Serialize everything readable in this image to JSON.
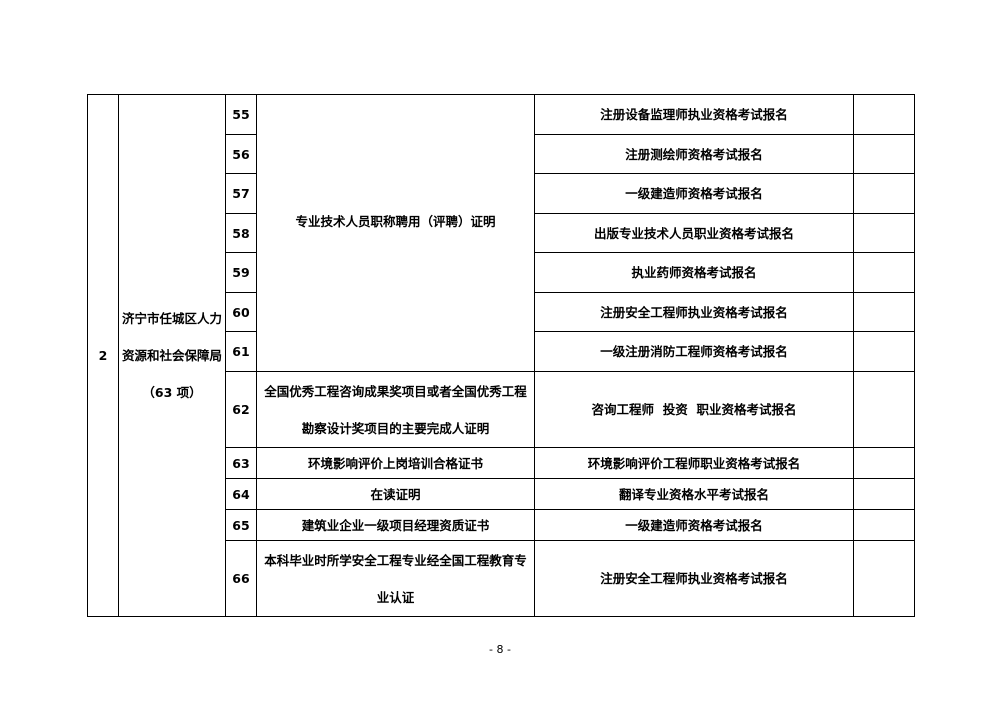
{
  "group": {
    "seq": "2",
    "department_lines": [
      "济宁市任城区人力",
      "资源和社会保障局",
      "（63 项）"
    ]
  },
  "rows": [
    {
      "num": "55",
      "certificate": "专业技术人员职称聘用（评聘）证明",
      "exam": "注册设备监理师执业资格考试报名"
    },
    {
      "num": "56",
      "certificate": "",
      "exam": "注册测绘师资格考试报名"
    },
    {
      "num": "57",
      "certificate": "",
      "exam": "一级建造师资格考试报名"
    },
    {
      "num": "58",
      "certificate": "",
      "exam": "出版专业技术人员职业资格考试报名"
    },
    {
      "num": "59",
      "certificate": "",
      "exam": "执业药师资格考试报名"
    },
    {
      "num": "60",
      "certificate": "",
      "exam": "注册安全工程师执业资格考试报名"
    },
    {
      "num": "61",
      "certificate": "",
      "exam": "一级注册消防工程师资格考试报名"
    },
    {
      "num": "62",
      "certificate_lines": [
        "全国优秀工程咨询成果奖项目或者全国优秀工程",
        "勘察设计奖项目的主要完成人证明"
      ],
      "exam": "咨询工程师  投资  职业资格考试报名"
    },
    {
      "num": "63",
      "certificate": "环境影响评价上岗培训合格证书",
      "exam": "环境影响评价工程师职业资格考试报名"
    },
    {
      "num": "64",
      "certificate": "在读证明",
      "exam": "翻译专业资格水平考试报名"
    },
    {
      "num": "65",
      "certificate": "建筑业企业一级项目经理资质证书",
      "exam": "一级建造师资格考试报名"
    },
    {
      "num": "66",
      "certificate_lines": [
        "本科毕业时所学安全工程专业经全国工程教育专",
        "业认证"
      ],
      "exam": "注册安全工程师执业资格考试报名"
    }
  ],
  "page_number": "- 8 -"
}
